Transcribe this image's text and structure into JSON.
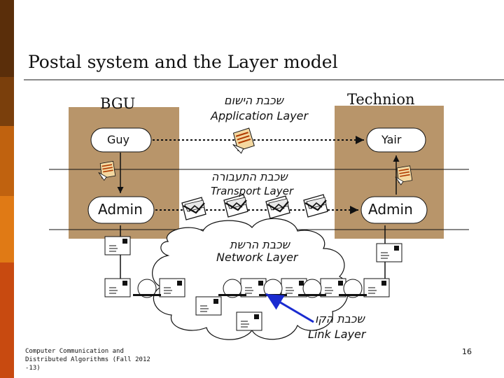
{
  "slide": {
    "title": "Postal system and the Layer model",
    "colors": {
      "sidebar": [
        "#5a2e0a",
        "#7a3f0c",
        "#c0620f",
        "#e07a15",
        "#c84a10"
      ],
      "pillar": "#b8956a",
      "rule": "#8a8a8a"
    },
    "left_site": "BGU",
    "right_site": "Technion",
    "left_person": "Guy",
    "right_person": "Yair",
    "left_admin": "Admin",
    "right_admin": "Admin",
    "application": {
      "hebrew": "שכבת הישום",
      "english": "Application Layer"
    },
    "transport": {
      "hebrew": "שכבת התעבורה",
      "english": "Transport Layer"
    },
    "network": {
      "hebrew": "שכבת הרשת",
      "english": "Network Layer"
    },
    "link": {
      "hebrew": "שכבת הקו",
      "english": "Link Layer"
    },
    "footer": [
      "Computer Communication and",
      "Distributed Algorithms (Fall 2012",
      "-13)"
    ],
    "page_number": "16",
    "icons": [
      "letter-icon",
      "envelope-icon",
      "mailbox-icon",
      "arrow-icon"
    ]
  }
}
